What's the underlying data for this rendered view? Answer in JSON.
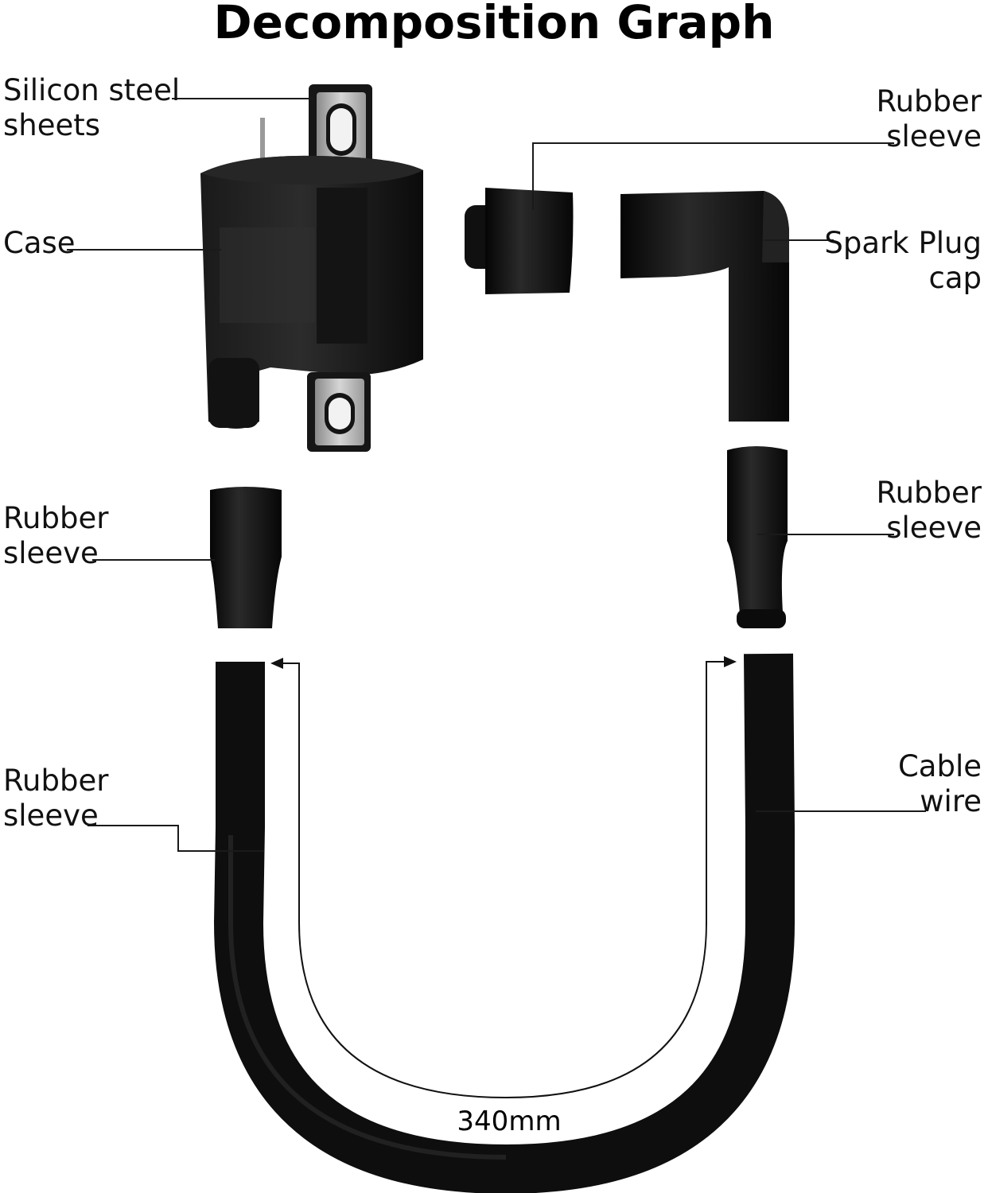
{
  "title": "Decomposition Graph",
  "labels": {
    "silicon_steel": [
      "Silicon steel",
      "sheets"
    ],
    "case": [
      "Case"
    ],
    "rubber_sleeve_top_right": [
      "Rubber",
      "sleeve"
    ],
    "spark_plug_cap": [
      "Spark Plug",
      "cap"
    ],
    "rubber_sleeve_mid_left": [
      "Rubber",
      "sleeve"
    ],
    "rubber_sleeve_mid_right": [
      "Rubber",
      "sleeve"
    ],
    "rubber_sleeve_bottom_left": [
      "Rubber",
      "sleeve"
    ],
    "cable_wire": [
      "Cable",
      "wire"
    ]
  },
  "dimension": "340mm",
  "colors": {
    "part": "#0d0d0d",
    "steel": "#b9b9b9",
    "leader": "#1a1a1a"
  }
}
